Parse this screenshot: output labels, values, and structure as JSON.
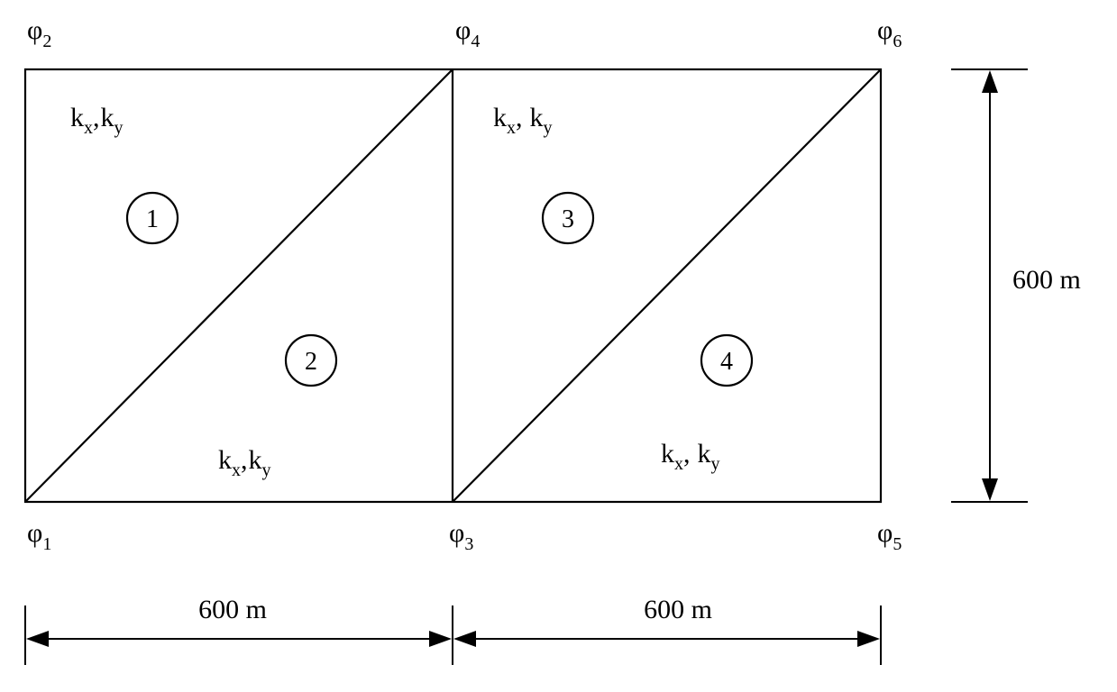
{
  "nodes": [
    {
      "id": "n1",
      "symbol": "φ",
      "sub": "1"
    },
    {
      "id": "n2",
      "symbol": "φ",
      "sub": "2"
    },
    {
      "id": "n3",
      "symbol": "φ",
      "sub": "3"
    },
    {
      "id": "n4",
      "symbol": "φ",
      "sub": "4"
    },
    {
      "id": "n5",
      "symbol": "φ",
      "sub": "5"
    },
    {
      "id": "n6",
      "symbol": "φ",
      "sub": "6"
    }
  ],
  "elements": [
    {
      "number": "1",
      "k_main": "k",
      "k_sub_x": "x",
      "k_sep": ",",
      "k_sub_y": "y"
    },
    {
      "number": "2",
      "k_main": "k",
      "k_sub_x": "x",
      "k_sep": ",",
      "k_sub_y": "y"
    },
    {
      "number": "3",
      "k_main": "k",
      "k_sub_x": "x",
      "k_sep": ",",
      "k_sub_y": "y"
    },
    {
      "number": "4",
      "k_main": "k",
      "k_sub_x": "x",
      "k_sep": ",",
      "k_sub_y": "y"
    }
  ],
  "dimensions": {
    "bottom_left": "600 m",
    "bottom_right": "600 m",
    "right_height": "600 m"
  }
}
